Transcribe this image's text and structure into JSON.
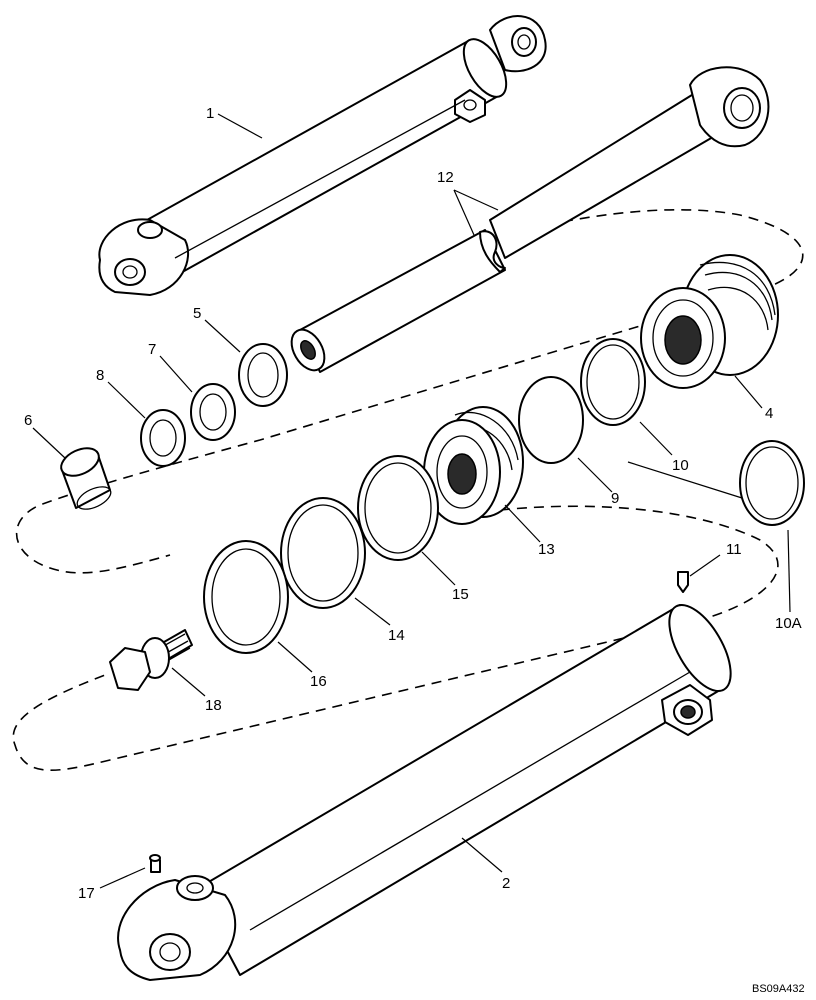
{
  "diagram": {
    "callouts": {
      "c1": "1",
      "c2": "2",
      "c4": "4",
      "c5": "5",
      "c6": "6",
      "c7": "7",
      "c8": "8",
      "c9": "9",
      "c10": "10",
      "c10a": "10A",
      "c11": "11",
      "c12": "12",
      "c13": "13",
      "c14": "14",
      "c15": "15",
      "c16": "16",
      "c17": "17",
      "c18": "18"
    },
    "drawing_code": "BS09A432"
  }
}
